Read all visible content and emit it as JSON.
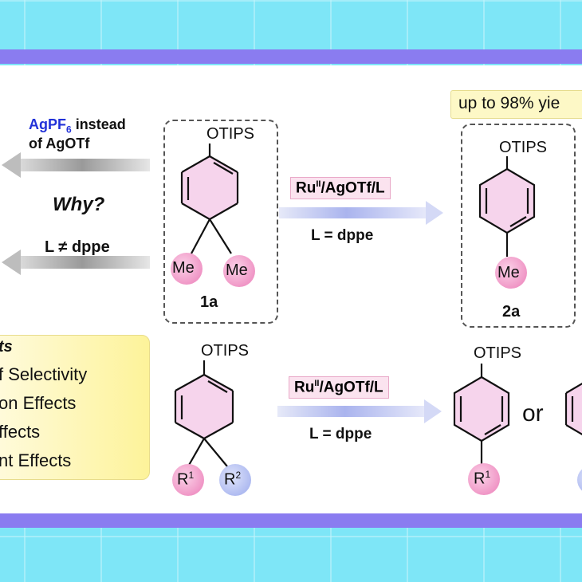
{
  "top_left": {
    "reagent_main": "AgPF",
    "reagent_sub": "6",
    "reagent_rest": " instead",
    "line2": "of AgOTf",
    "why": "Why?",
    "ligand": "L ≠ dppe"
  },
  "compound_1a": {
    "group_top": "OTIPS",
    "sub_left": "Me",
    "sub_right": "Me",
    "label": "1a"
  },
  "reaction_top": {
    "cat_main": "Ru",
    "cat_sup": "II",
    "cat_rest": "/AgOTf/L",
    "ligand": "L = dppe"
  },
  "yield_note": "up to 98% yie",
  "compound_2a": {
    "group_top": "OTIPS",
    "sub": "Me",
    "label": "2a"
  },
  "features": {
    "heading": "ts",
    "items": [
      "f Selectivity",
      "on Effects",
      "ffects",
      "nt Effects"
    ]
  },
  "substrate_bottom": {
    "group_top": "OTIPS",
    "r1": "R",
    "r1_sup": "1",
    "r2": "R",
    "r2_sup": "2"
  },
  "reaction_bottom": {
    "cat_main": "Ru",
    "cat_sup": "II",
    "cat_rest": "/AgOTf/L",
    "ligand": "L = dppe"
  },
  "product_bottom": {
    "group_top": "OTIPS",
    "r": "R",
    "r_sup": "1",
    "or": "or"
  },
  "colors": {
    "purple_bar": "#8a7cf0",
    "pink": "#f2a6cf",
    "blue": "#b7c2f5",
    "ring_fill": "#f6d4ec"
  }
}
